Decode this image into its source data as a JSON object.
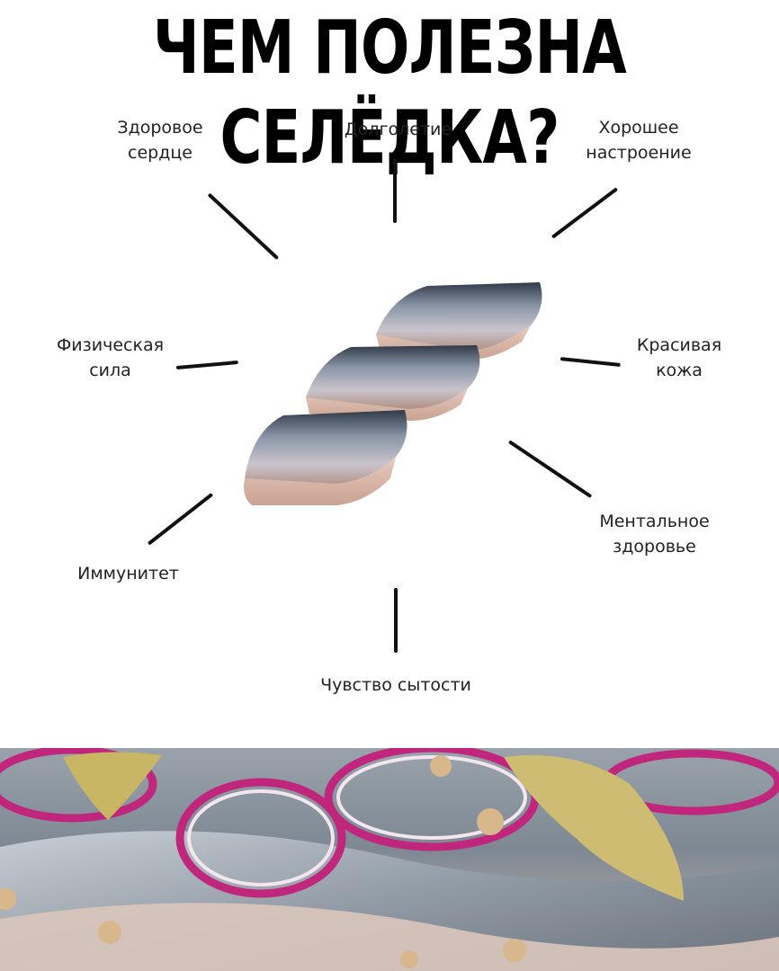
{
  "title": "ЧЕМ ПОЛЕЗНА СЕЛЁДКА?",
  "benefits": {
    "healthy_heart": "Здоровое\nсердце",
    "longevity": "Долголетие",
    "good_mood": "Хорошее\nнастроение",
    "physical_strength": "Физическая\nсила",
    "beautiful_skin": "Красивая\nкожа",
    "immunity": "Иммунитет",
    "mental_health": "Ментальное\nздоровье",
    "satiety": "Чувство сытости"
  }
}
